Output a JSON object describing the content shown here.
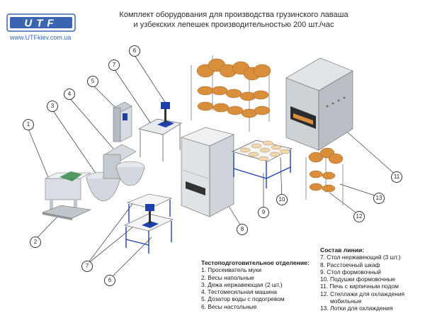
{
  "header": {
    "title_line1": "Комплект оборудования для производства грузинского лаваша",
    "title_line2": "и узбекских лепешек производительностью 200 шт./час"
  },
  "logo": {
    "text": "UTF",
    "url": "www.UTFkiev.com.ua",
    "color": "#3a66b0"
  },
  "callouts": [
    "1",
    "2",
    "3",
    "4",
    "5",
    "6",
    "7",
    "8",
    "9",
    "10",
    "11",
    "12",
    "13",
    "7",
    "6"
  ],
  "legend_prep": {
    "heading": "Тестоподготовительное отделение:",
    "items": [
      "1. Просеиватель  муки",
      "2. Весы напольные",
      "3. Дежа нержавеющая (2 шт.)",
      "4. Тестомесильная машина",
      "5. Дозатор воды с подогревом",
      "6. Весы настольные"
    ]
  },
  "legend_line": {
    "heading": "Состав линии:",
    "items": [
      "7. Стол нержавеющий (3 шт.)",
      "8. Расстоечный шкаф",
      "9. Стол формовочный",
      "10. Подушки формовочные",
      "11. Печь с кирпичным подом",
      "12. Стеллажи для охлаждения",
      "      мобильные",
      "13. Лотки для охлаждения"
    ]
  },
  "colors": {
    "steel": "#cfd6dc",
    "blue": "#1f3fb0",
    "bread": "#d98e3c",
    "green": "#2f7a3a"
  }
}
